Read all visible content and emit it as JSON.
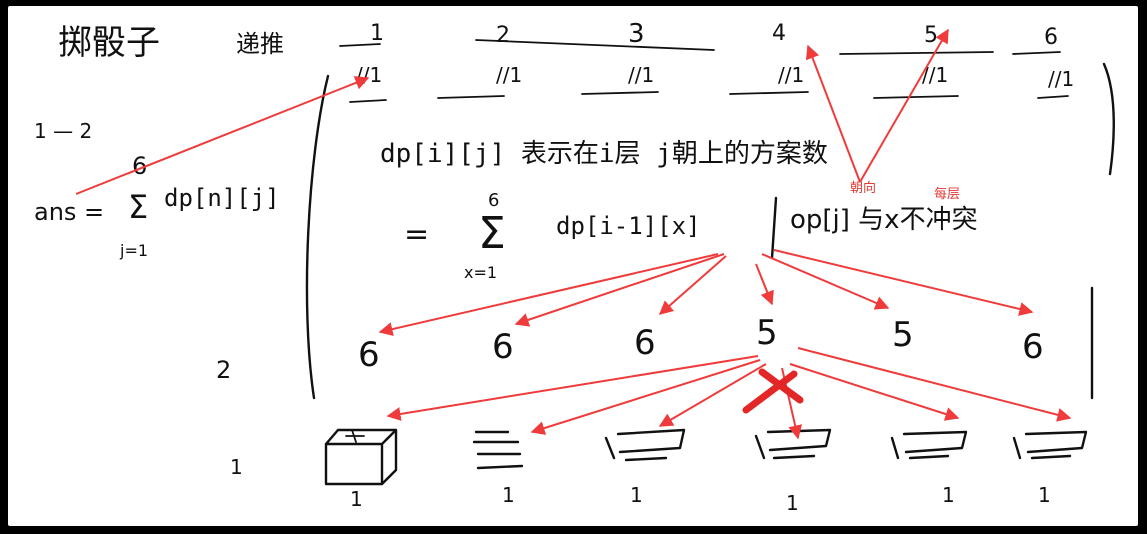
{
  "title": "掷骰子",
  "subtitle": "递推",
  "top_row_numbers": [
    "1",
    "2",
    "3",
    "4",
    "5",
    "6"
  ],
  "top_row_marks": [
    "//1",
    "//1",
    "//1",
    "//1",
    "//1",
    "//1"
  ],
  "left_note": "1 — 2",
  "ans": {
    "prefix": "ans =",
    "sum_symbol": "Σ",
    "upper": "6",
    "lower": "j=1",
    "term": "dp[n][j]"
  },
  "definition": "dp[i][j] 表示在i层 j朝上的方案数",
  "recurrence": {
    "eq": "=",
    "sum_symbol": "Σ",
    "upper": "6",
    "lower": "x=1",
    "term": "dp[i-1][x]",
    "condition": "op[j] 与x不冲突"
  },
  "red_labels": {
    "facing": "朝向",
    "per_layer": "每层"
  },
  "level2_label": "2",
  "level2_values": [
    "6",
    "6",
    "6",
    "5",
    "5",
    "6"
  ],
  "level1_label": "1",
  "level1_values": [
    "1",
    "1",
    "1",
    "1",
    "1",
    "1"
  ],
  "colors": {
    "ink": "#111111",
    "arrow": "#ef3b3b",
    "cross": "#e32626",
    "background": "#ffffff",
    "frame": "#000000"
  }
}
